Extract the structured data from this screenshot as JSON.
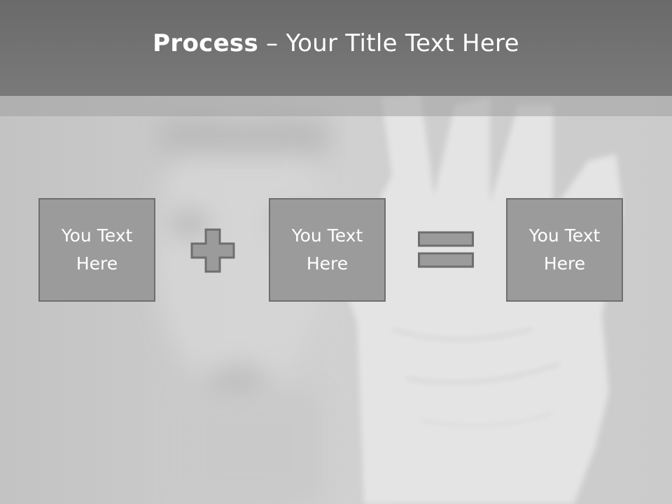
{
  "slide": {
    "title_bold": "Process",
    "title_rest": " – Your Title Text Here"
  },
  "boxes": [
    {
      "text": "You Text Here"
    },
    {
      "text": "You Text Here"
    },
    {
      "text": "You Text Here"
    }
  ],
  "operators": {
    "first": "plus-icon",
    "second": "equals-icon"
  },
  "colors": {
    "title_bar": "#707070",
    "box_fill": "#9b9b9b",
    "box_border": "#6e6e6e",
    "text": "#ffffff"
  }
}
